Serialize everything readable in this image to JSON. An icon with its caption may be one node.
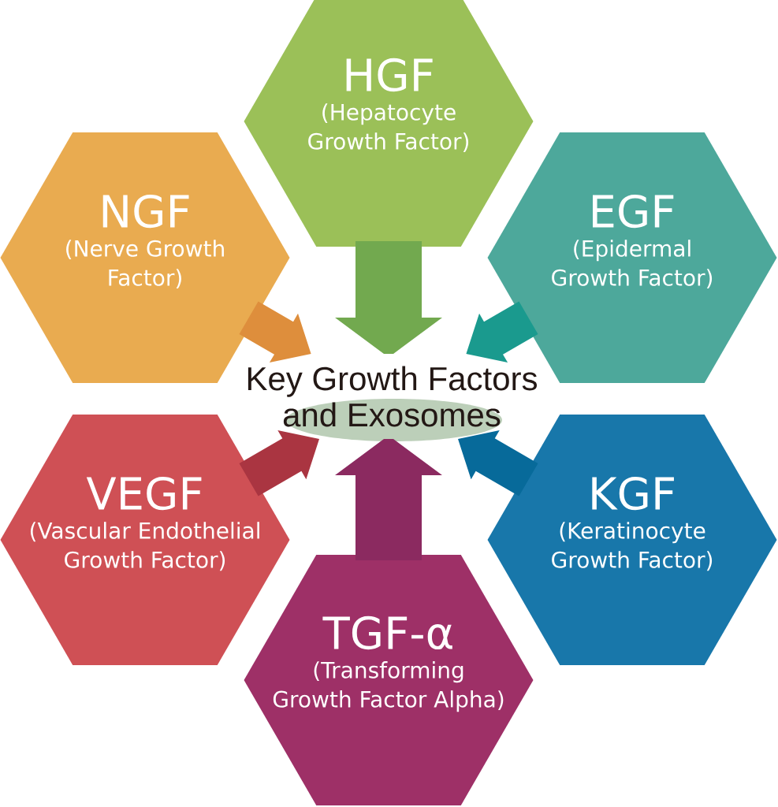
{
  "diagram": {
    "nodes": [
      {
        "text": [
          "HGF",
          "(Hepatocyte Growth Factor)"
        ]
      },
      {
        "text": [
          "NGF",
          "(Nerve Growth Factor)"
        ]
      },
      {
        "text": [
          "EGF",
          "(Epidermal Growth Factor)"
        ]
      },
      {
        "text": [
          "Key Growth Factors and Exosomes"
        ]
      },
      {
        "text": [
          "VEGF",
          "(Vascular Endothelial Growth Factor)"
        ]
      },
      {
        "text": [
          "KGF",
          "(Keratinocyte Growth Factor)"
        ]
      },
      {
        "text": [
          "TGF-α",
          "(Transforming Growth Factor Alpha)"
        ]
      }
    ],
    "edges": [
      {
        "from": 0,
        "to": 3,
        "arrow": "to",
        "color": "#72a94f"
      },
      {
        "from": 1,
        "to": 3,
        "arrow": "to",
        "color": "#de8e3c"
      },
      {
        "from": 2,
        "to": 3,
        "arrow": "to",
        "color": "#1a9a8e"
      },
      {
        "from": 4,
        "to": 3,
        "arrow": "to",
        "color": "#aa3541"
      },
      {
        "from": 5,
        "to": 3,
        "arrow": "to",
        "color": "#076a9a"
      },
      {
        "from": 6,
        "to": 3,
        "arrow": "to",
        "color": "#8b2a60"
      }
    ]
  }
}
